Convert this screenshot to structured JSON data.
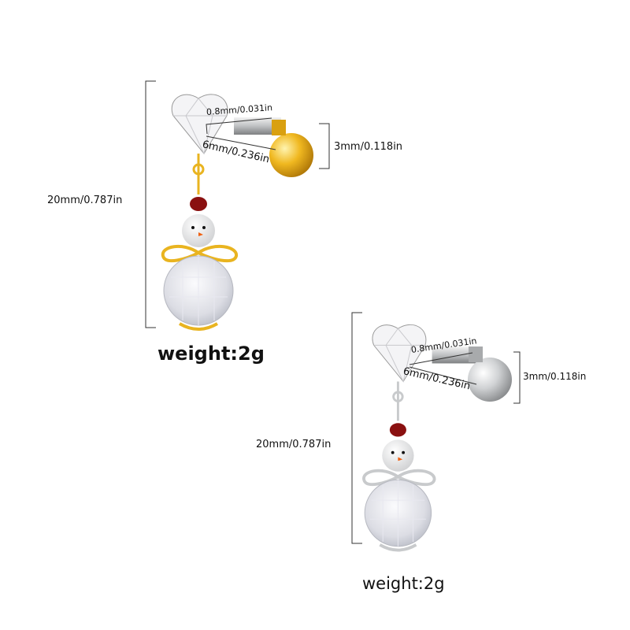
{
  "gold_earring": {
    "length_label": "20mm/0.787in",
    "bar_diameter_label": "0.8mm/0.031in",
    "bar_length_label": "6mm/0.236in",
    "ball_label": "3mm/0.118in",
    "weight_label": "weight:2g",
    "metal_color": "#e9b420"
  },
  "silver_earring": {
    "length_label": "20mm/0.787in",
    "bar_diameter_label": "0.8mm/0.031in",
    "bar_length_label": "6mm/0.236in",
    "ball_label": "3mm/0.118in",
    "weight_label": "weight:2g",
    "metal_color": "#c8cacc"
  }
}
